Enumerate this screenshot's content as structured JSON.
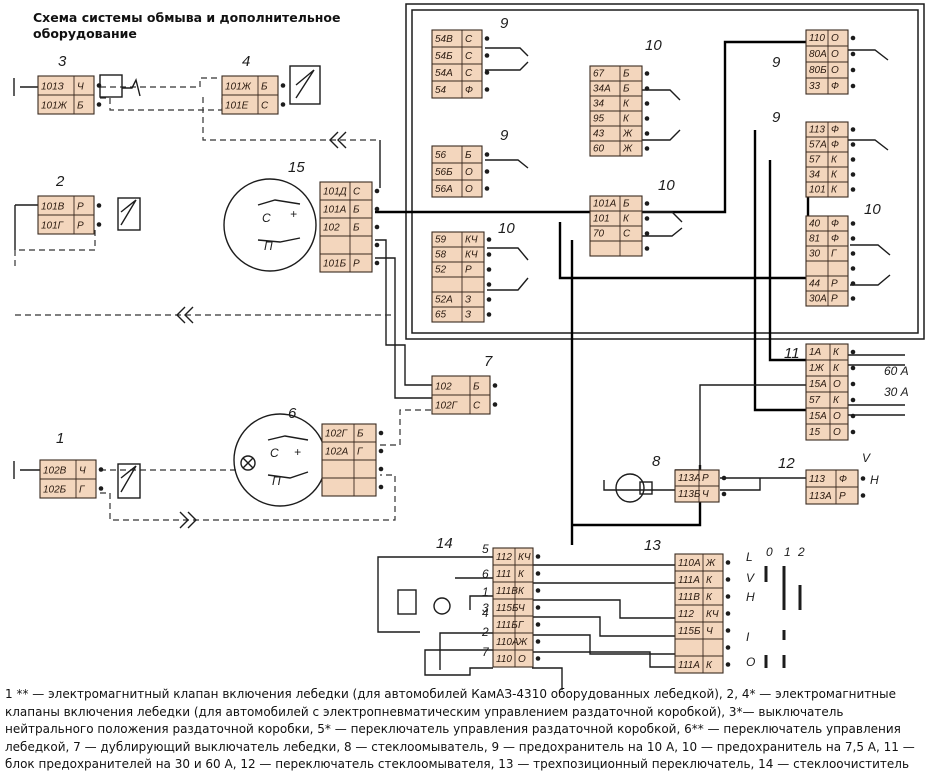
{
  "title": "Схема системы обмыва и дополнительное оборудование",
  "caption": "1 ** — электромагнитный клапан включения лебедки (для автомобилей КамАЗ-4310 оборудованных лебедкой), 2, 4* — электромагнитные клапаны включения лебедки (для автомобилей с электропневматическим управлением раздаточной коробкой), 3*— выключатель нейтрального положения раздаточной коробки, 5* — переключатель управления раздаточной коробкой, 6** — переключатель управления лебедкой, 7 — дублирующий выключатель лебедки, 8 — стеклоомыватель, 9 — предохранитель на 10 А, 10 — предохранитель на 7,5 А, 11 — блок предохранителей на 30 и 60 А, 12 — переключатель стеклоомывателя, 13 — трехпозиционный переключатель, 14 — стеклоочиститель",
  "components": [
    {
      "id": "c3",
      "number": "3",
      "rows": [
        [
          "101З",
          "Ч"
        ],
        [
          "101Ж",
          "Б"
        ]
      ]
    },
    {
      "id": "c4",
      "number": "4",
      "rows": [
        [
          "101Ж",
          "Б"
        ],
        [
          "101Е",
          "С"
        ]
      ]
    },
    {
      "id": "c2",
      "number": "2",
      "rows": [
        [
          "101В",
          "Р"
        ],
        [
          "101Г",
          "Р"
        ]
      ]
    },
    {
      "id": "c15",
      "number": "15",
      "rows": [
        [
          "101Д",
          "С"
        ],
        [
          "101А",
          "Б"
        ],
        [
          "102",
          "Б"
        ],
        [
          "",
          ""
        ],
        [
          "101Б",
          "Р"
        ]
      ],
      "switch_labels": [
        "С",
        "П",
        "+"
      ]
    },
    {
      "id": "c7",
      "number": "7",
      "rows": [
        [
          "102",
          "Б"
        ],
        [
          "102Г",
          "С"
        ]
      ]
    },
    {
      "id": "c6",
      "number": "6",
      "rows": [
        [
          "102Г",
          "Б"
        ],
        [
          "102А",
          "Г"
        ],
        [
          "",
          ""
        ],
        [
          "",
          ""
        ]
      ],
      "switch_labels": [
        "С",
        "П",
        "+"
      ]
    },
    {
      "id": "c1",
      "number": "1",
      "rows": [
        [
          "102В",
          "Ч"
        ],
        [
          "102Б",
          "Г"
        ]
      ]
    },
    {
      "id": "f9a",
      "number": "9",
      "rows": [
        [
          "54В",
          "С"
        ],
        [
          "54Б",
          "С"
        ],
        [
          "54А",
          "С"
        ],
        [
          "54",
          "Ф"
        ]
      ]
    },
    {
      "id": "f9b",
      "number": "9",
      "rows": [
        [
          "56",
          "Б"
        ],
        [
          "56Б",
          "О"
        ],
        [
          "56А",
          "О"
        ]
      ]
    },
    {
      "id": "f10a",
      "number": "10",
      "rows": [
        [
          "59",
          "КЧ"
        ],
        [
          "58",
          "КЧ"
        ],
        [
          "52",
          "Р"
        ],
        [
          "",
          ""
        ],
        [
          "52А",
          "З"
        ],
        [
          "65",
          "З"
        ]
      ]
    },
    {
      "id": "f10b",
      "number": "10",
      "rows": [
        [
          "67",
          "Б"
        ],
        [
          "34А",
          "Б"
        ],
        [
          "34",
          "К"
        ],
        [
          "95",
          "К"
        ],
        [
          "43",
          "Ж"
        ],
        [
          "60",
          "Ж"
        ]
      ]
    },
    {
      "id": "f10c",
      "number": "10",
      "rows": [
        [
          "101А",
          "Б"
        ],
        [
          "101",
          "К"
        ],
        [
          "70",
          "С"
        ],
        [
          "",
          ""
        ]
      ]
    },
    {
      "id": "f9c",
      "number": "9",
      "rows": [
        [
          "110",
          "О"
        ],
        [
          "80А",
          "О"
        ],
        [
          "80Б",
          "О"
        ],
        [
          "33",
          "Ф"
        ]
      ]
    },
    {
      "id": "f9d",
      "number": "9",
      "rows": [
        [
          "113",
          "Ф"
        ],
        [
          "57А",
          "Ф"
        ],
        [
          "57",
          "К"
        ],
        [
          "34",
          "К"
        ],
        [
          "101",
          "К"
        ]
      ]
    },
    {
      "id": "f10d",
      "number": "10",
      "rows": [
        [
          "40",
          "Ф"
        ],
        [
          "81",
          "Ф"
        ],
        [
          "30",
          "Г"
        ],
        [
          "",
          ""
        ],
        [
          "44",
          "Р"
        ],
        [
          "30А",
          "Р"
        ]
      ]
    },
    {
      "id": "c11",
      "number": "11",
      "rows": [
        [
          "1А",
          "К"
        ],
        [
          "1Ж",
          "К"
        ],
        [
          "15А",
          "О"
        ],
        [
          "57",
          "К"
        ],
        [
          "15А",
          "О"
        ],
        [
          "15",
          "О"
        ]
      ],
      "fuse_labels": [
        "60 А",
        "30 А"
      ]
    },
    {
      "id": "c8",
      "number": "8",
      "rows": [
        [
          "113А",
          "Р"
        ],
        [
          "113Б",
          "Ч"
        ]
      ]
    },
    {
      "id": "c12",
      "number": "12",
      "rows": [
        [
          "113",
          "Ф"
        ],
        [
          "113А",
          "Р"
        ]
      ],
      "switch_labels": [
        "V",
        "Н"
      ]
    },
    {
      "id": "c14",
      "number": "14",
      "rows": [
        [
          "112",
          "КЧ"
        ],
        [
          "111",
          "К"
        ],
        [
          "111В",
          "К"
        ],
        [
          "115Б",
          "Ч"
        ],
        [
          "111Б",
          "Г"
        ],
        [
          "110А",
          "Ж"
        ],
        [
          "110",
          "О"
        ]
      ],
      "pin_labels": [
        "5",
        "6",
        "1",
        "3",
        "4",
        "2",
        "7"
      ]
    },
    {
      "id": "c13",
      "number": "13",
      "rows": [
        [
          "110А",
          "Ж"
        ],
        [
          "111А",
          "К"
        ],
        [
          "111В",
          "К"
        ],
        [
          "112",
          "КЧ"
        ],
        [
          "115Б",
          "Ч"
        ],
        [
          "",
          ""
        ],
        [
          "111А",
          "К"
        ]
      ],
      "switch_labels": [
        "L",
        "V",
        "Н",
        "I",
        "O"
      ],
      "positions": [
        "0",
        "1",
        "2"
      ]
    }
  ],
  "colors": {
    "box_fill": "#f3d6bd",
    "line": "#1c1c1c"
  }
}
